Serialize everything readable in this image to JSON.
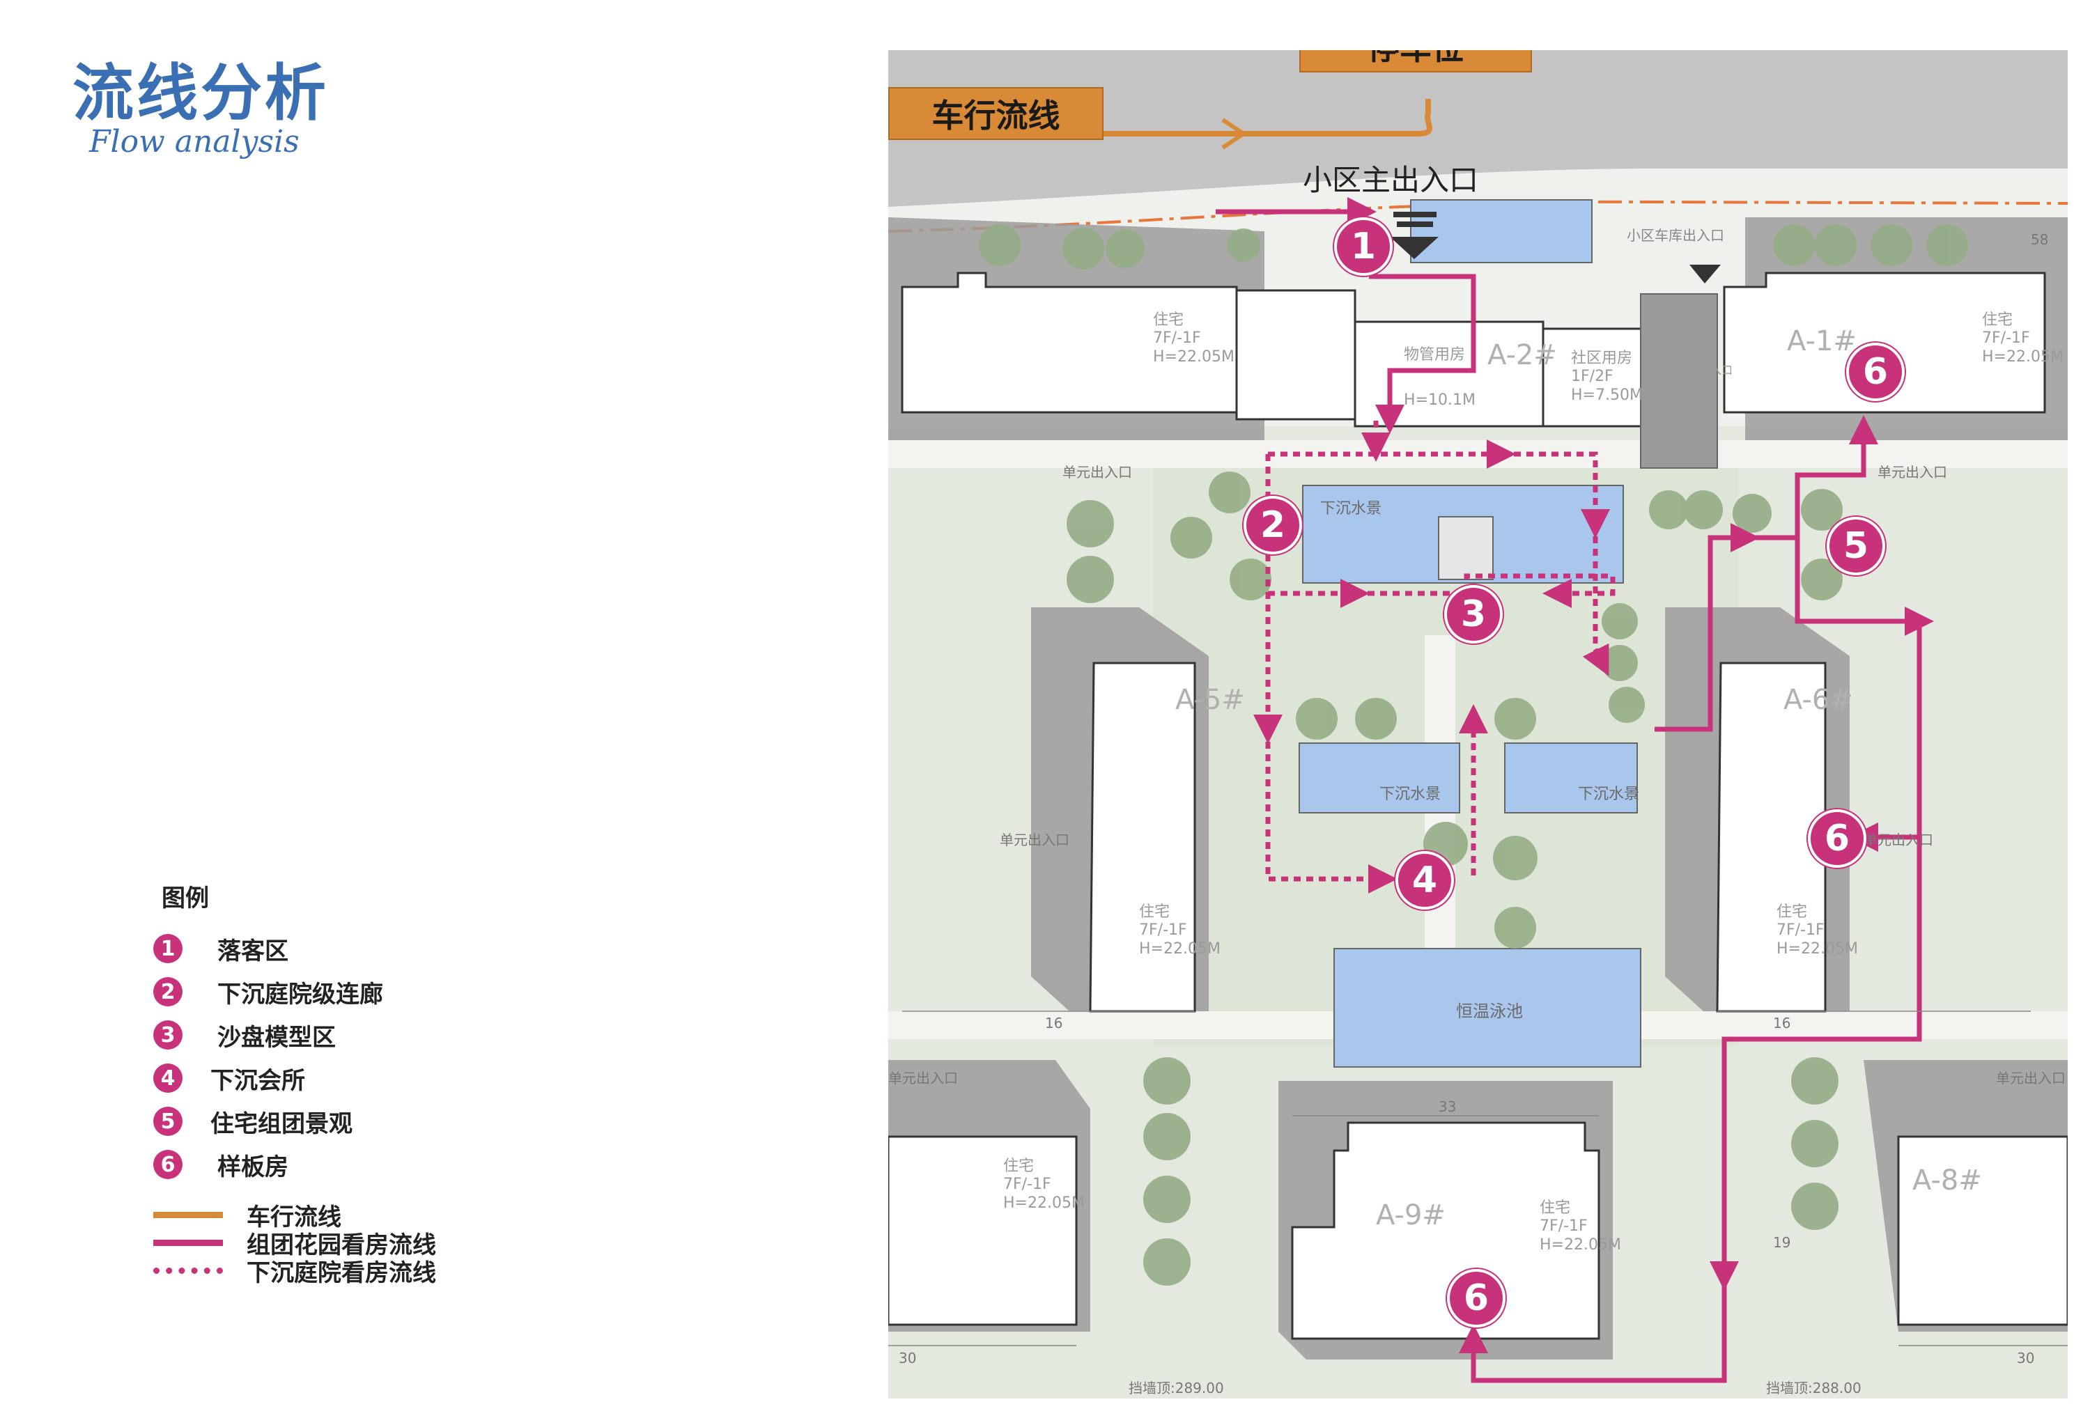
{
  "header": {
    "title_cn": "流线分析",
    "title_en": "Flow analysis"
  },
  "legend": {
    "title": "图例",
    "items": [
      {
        "num": "1",
        "label": "落客区"
      },
      {
        "num": "2",
        "label": "下沉庭院级连廊"
      },
      {
        "num": "3",
        "label": "沙盘模型区"
      },
      {
        "num": "4",
        "label": "下沉会所"
      },
      {
        "num": "5",
        "label": "住宅组团景观"
      },
      {
        "num": "6",
        "label": "样板房"
      }
    ],
    "lines": [
      {
        "label": "车行流线",
        "color": "#d88a36",
        "style": "solid"
      },
      {
        "label": "组团花园看房流线",
        "color": "#c8327a",
        "style": "solid"
      },
      {
        "label": "下沉庭院看房流线",
        "color": "#c8327a",
        "style": "dotted"
      }
    ]
  },
  "plan": {
    "parking_label": "停车位",
    "vehicle_label": "车行流线",
    "main_entrance": "小区主出入口",
    "entrance_small": "小区车库出入口",
    "unit_entrance": "单元出入口",
    "buildings": {
      "residential": "住宅\n7F/-1F\nH=22.05M",
      "property": "物管用房",
      "property_h": "H=10.1M",
      "community": "社区用房\n1F/2F\nH=7.50M",
      "garage": "地下车库出入口",
      "names": [
        "A-1#",
        "A-2#",
        "A-5#",
        "A-6#",
        "A-8#",
        "A-9#"
      ]
    },
    "pools": [
      "下沉水景",
      "下沉水景",
      "下沉水景",
      "恒温泳池"
    ],
    "dims": [
      "33",
      "16",
      "16",
      "30",
      "30",
      "19",
      "58",
      "挡墙顶:289.00",
      "挡墙顶:288.00"
    ],
    "markers": [
      "1",
      "2",
      "3",
      "4",
      "5",
      "6",
      "6",
      "6"
    ],
    "colors": {
      "pink": "#c8327a",
      "orange": "#d88a36",
      "road": "#c8c8c8",
      "green": "#dfe7da",
      "pool": "#a9c6ec"
    }
  }
}
